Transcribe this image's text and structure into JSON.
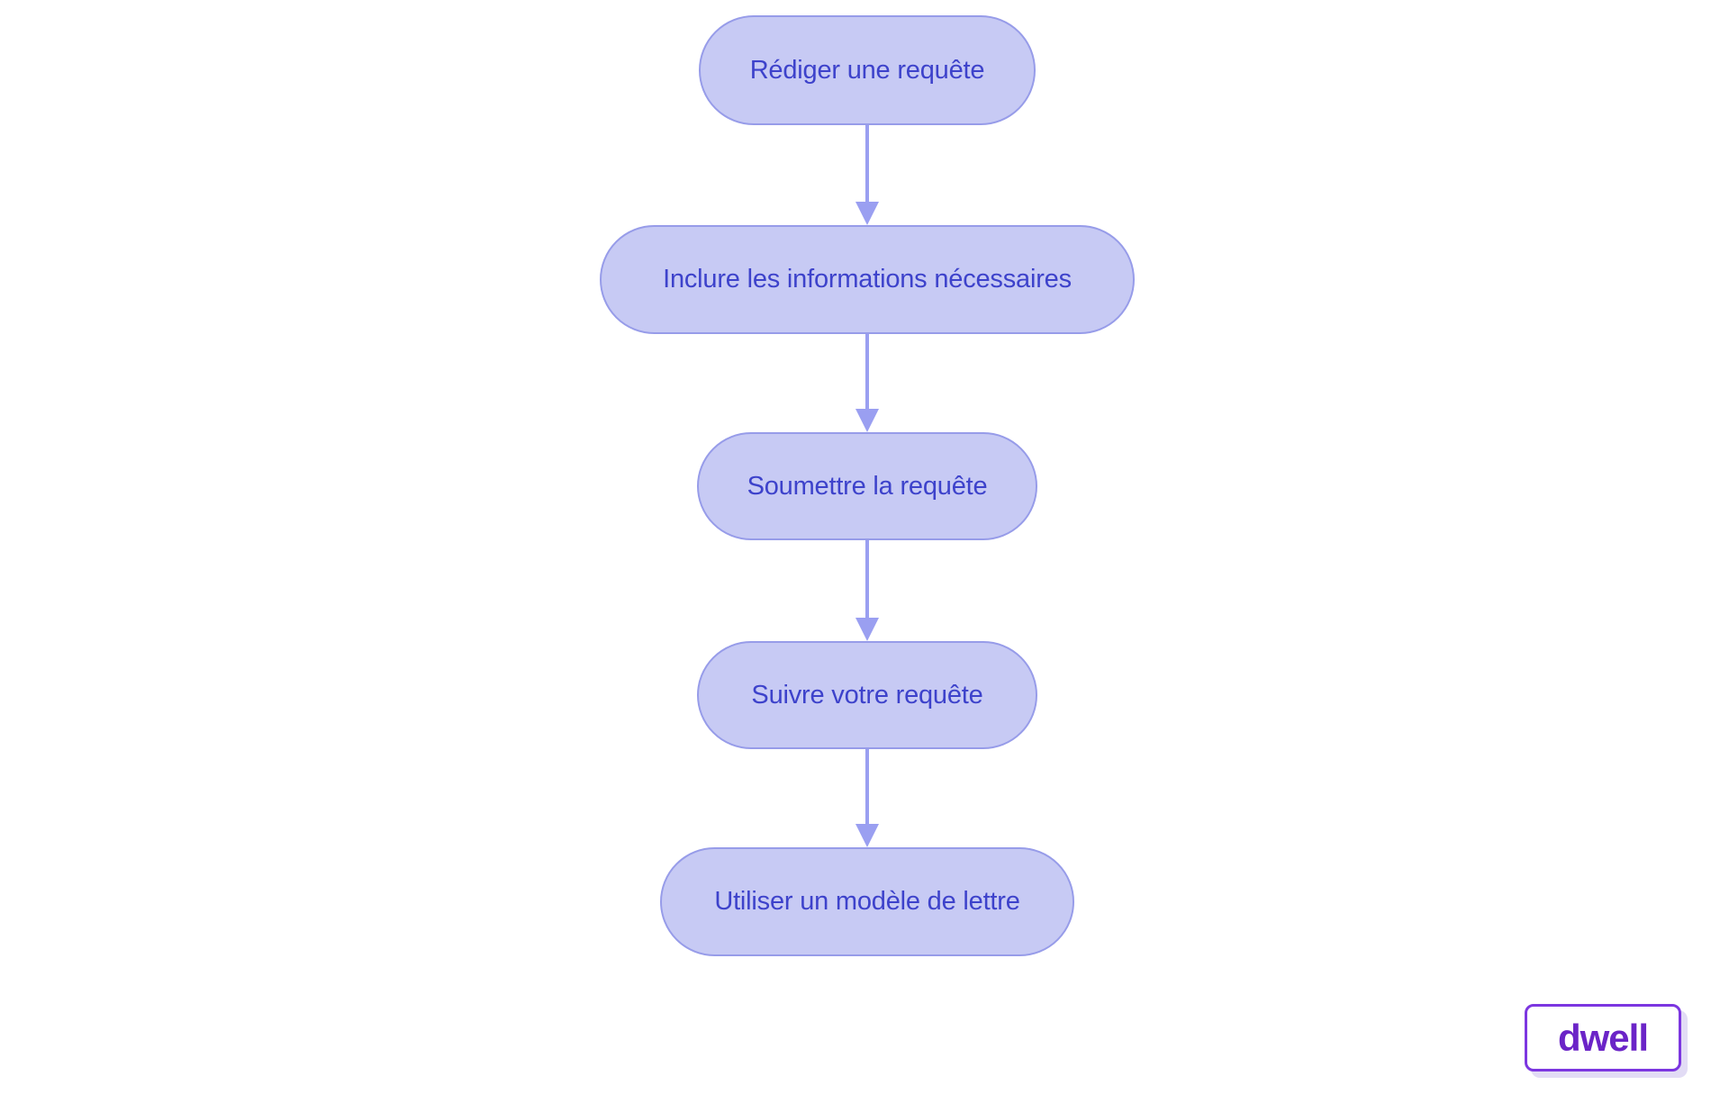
{
  "diagram": {
    "type": "flowchart",
    "direction": "top-to-bottom",
    "nodes": [
      {
        "id": "n1",
        "label": "Rédiger une requête",
        "shape": "stadium"
      },
      {
        "id": "n2",
        "label": "Inclure les informations nécessaires",
        "shape": "stadium"
      },
      {
        "id": "n3",
        "label": "Soumettre la requête",
        "shape": "stadium"
      },
      {
        "id": "n4",
        "label": "Suivre votre requête",
        "shape": "stadium"
      },
      {
        "id": "n5",
        "label": "Utiliser un modèle de lettre",
        "shape": "stadium"
      }
    ],
    "edges": [
      {
        "from": "n1",
        "to": "n2",
        "style": "arrow-down"
      },
      {
        "from": "n2",
        "to": "n3",
        "style": "arrow-down"
      },
      {
        "from": "n3",
        "to": "n4",
        "style": "arrow-down"
      },
      {
        "from": "n4",
        "to": "n5",
        "style": "arrow-down"
      }
    ],
    "colors": {
      "background": "#ffffff",
      "node_fill": "#c7caf4",
      "node_border": "#979ce9",
      "node_text": "#3d42cb",
      "arrow": "#9a9ff1"
    }
  },
  "branding": {
    "logo_text": "dwell",
    "colors": {
      "logo_text": "#6b24c7",
      "logo_border": "#7c36e0",
      "logo_shadow": "#e2dcf5"
    }
  }
}
